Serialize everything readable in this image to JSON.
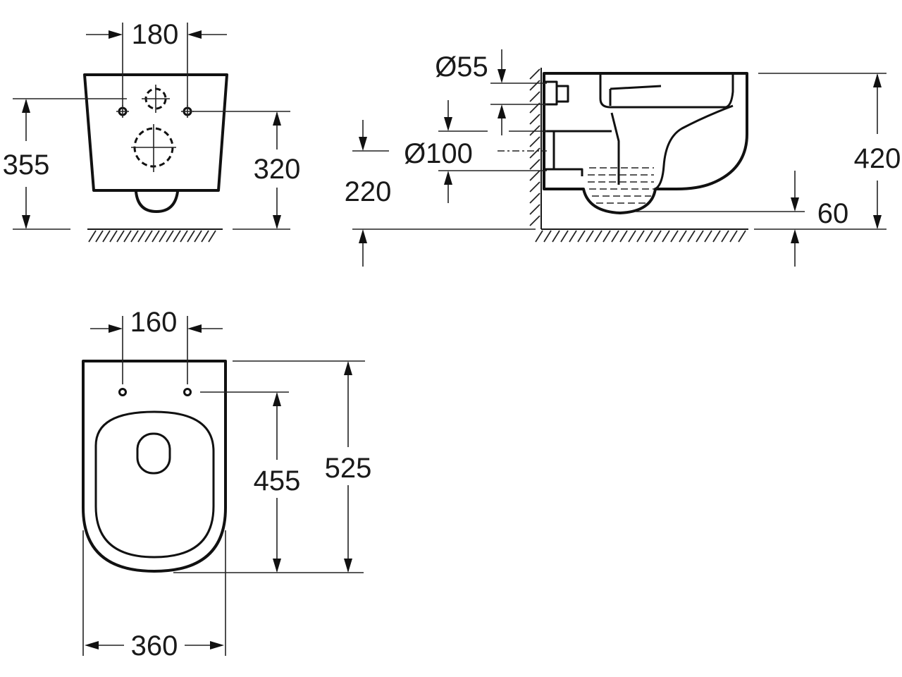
{
  "front_view": {
    "dim_hole_spacing": "180",
    "dim_height_total": "355",
    "dim_height_holes": "320"
  },
  "side_view": {
    "dim_inlet_diameter": "Ø55",
    "dim_outlet_diameter": "Ø100",
    "dim_outlet_height": "220",
    "dim_total_height": "420",
    "dim_bottom_clearance": "60"
  },
  "top_view": {
    "dim_seat_hole_spacing": "160",
    "dim_width": "360",
    "dim_hole_to_front": "455",
    "dim_depth": "525"
  },
  "watermark": "——"
}
